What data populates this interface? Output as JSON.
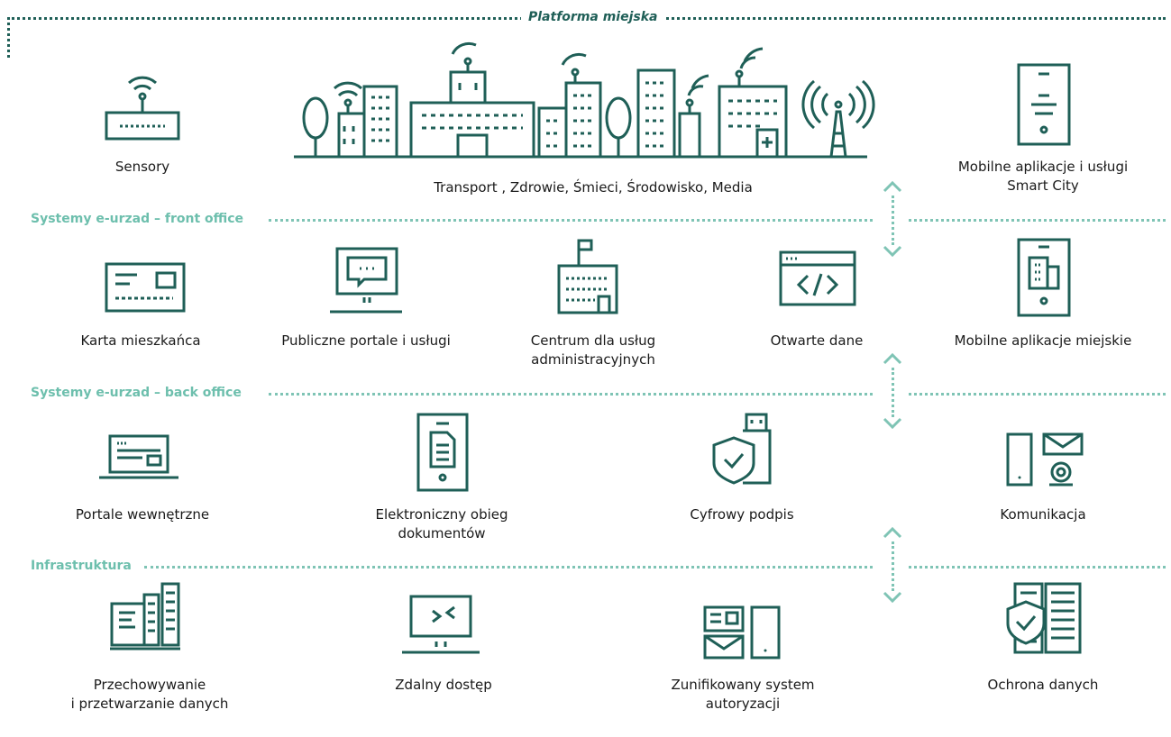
{
  "title": "Platforma miejska",
  "sections": {
    "front_office": "Systemy e-urzad – front office",
    "back_office": "Systemy e-urzad – back office",
    "infrastructure": "Infrastruktura"
  },
  "platform_row": {
    "sensors": "Sensory",
    "city_line": "Transport , Zdrowie, Śmieci, Środowisko, Media",
    "mobile_services_1": "Mobilne aplikacje i usługi",
    "mobile_services_2": "Smart City"
  },
  "front_row": {
    "resident_card": "Karta mieszkańca",
    "public_portals": "Publiczne portale i usługi",
    "admin_center_1": "Centrum dla usług",
    "admin_center_2": "administracyjnych",
    "open_data": "Otwarte dane",
    "city_apps": "Mobilne aplikacje miejskie"
  },
  "back_row": {
    "internal_portals": "Portale wewnętrzne",
    "edoc_1": "Elektroniczny obieg",
    "edoc_2": "dokumentów",
    "digital_signature": "Cyfrowy podpis",
    "communication": "Komunikacja"
  },
  "infra_row": {
    "storage_1": "Przechowywanie",
    "storage_2": "i przetwarzanie danych",
    "remote_access": "Zdalny dostęp",
    "auth_1": "Zunifikowany system",
    "auth_2": "autoryzacji",
    "data_protection": "Ochrona danych"
  },
  "colors": {
    "dark": "#1f5f57",
    "accent": "#7fc4b5",
    "text": "#1a1a1a"
  }
}
